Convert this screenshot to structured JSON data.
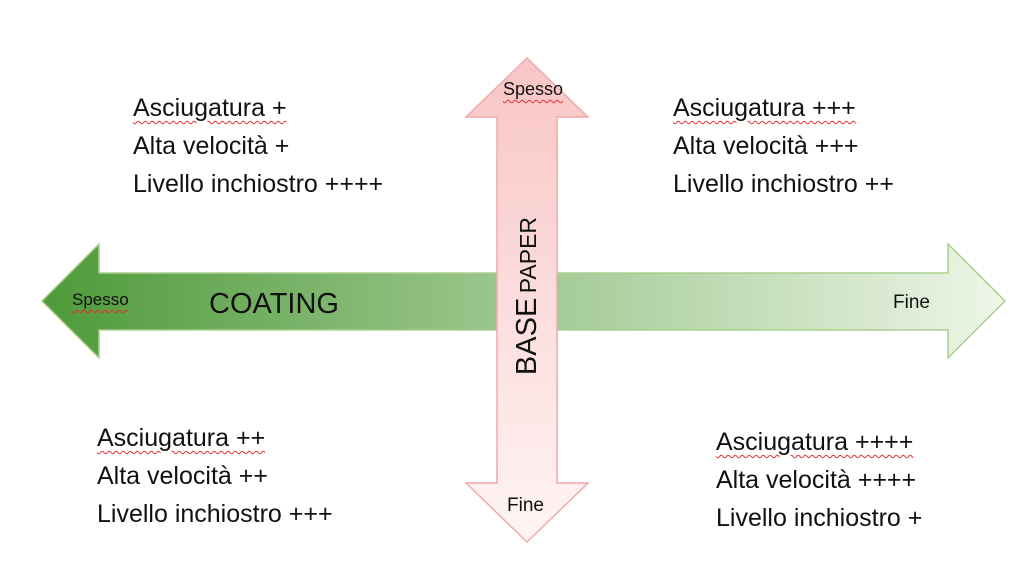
{
  "horizontal_axis": {
    "label": "COATING",
    "left_end": "Spesso",
    "right_end": "Fine",
    "color_strong": "#4f9a3a",
    "color_light": "#eef6e8",
    "outline": "#a9d08e"
  },
  "vertical_axis": {
    "label_main": "BASE",
    "label_secondary": "PAPER",
    "top_end": "Spesso",
    "bottom_end": "Fine",
    "color_strong": "#f8c5c5",
    "color_light": "#fff4f4",
    "outline": "#f1a9a9"
  },
  "quadrants": {
    "top_left": {
      "drying": "Asciugatura +",
      "speed": "Alta velocità +",
      "ink": "Livello inchiostro ++++"
    },
    "top_right": {
      "drying": "Asciugatura +++",
      "speed": "Alta velocità +++",
      "ink": "Livello inchiostro ++"
    },
    "bottom_left": {
      "drying": "Asciugatura ++",
      "speed": "Alta velocità ++",
      "ink": "Livello inchiostro +++"
    },
    "bottom_right": {
      "drying": "Asciugatura ++++",
      "speed": "Alta velocità ++++",
      "ink": "Livello inchiostro +"
    }
  }
}
